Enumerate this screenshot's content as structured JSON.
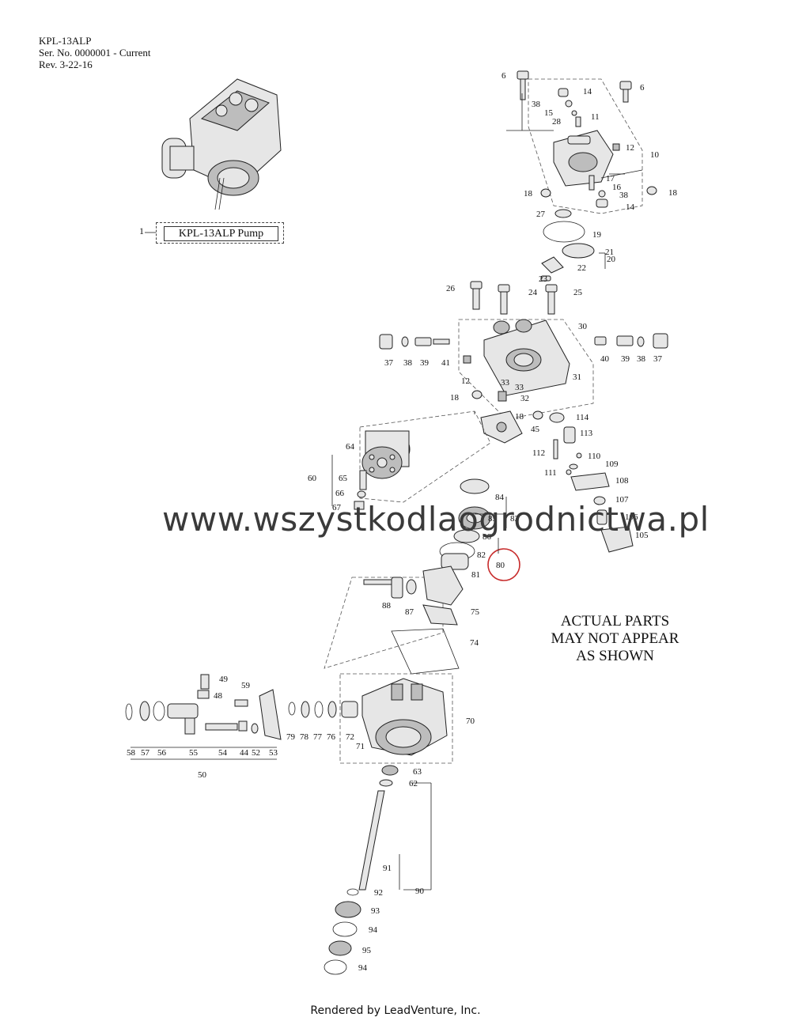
{
  "header": {
    "model": "KPL-13ALP",
    "serial": "Ser. No. 0000001 - Current",
    "revision": "Rev. 3-22-16"
  },
  "assembly_box": {
    "number": "1",
    "label": "KPL-13ALP Pump"
  },
  "note": {
    "line1": "ACTUAL PARTS",
    "line2": "MAY NOT APPEAR",
    "line3": "AS SHOWN"
  },
  "watermark": "www.wszystkodlaogrodnictwa.pl",
  "footer": "Rendered by LeadVenture, Inc.",
  "highlight_callout": "80",
  "callouts": [
    "6",
    "6",
    "14",
    "38",
    "15",
    "28",
    "11",
    "12",
    "10",
    "17",
    "16",
    "18",
    "38",
    "18",
    "14",
    "27",
    "19",
    "21",
    "20",
    "22",
    "23",
    "26",
    "24",
    "25",
    "30",
    "37",
    "38",
    "39",
    "41",
    "40",
    "39",
    "38",
    "37",
    "12",
    "33",
    "33",
    "31",
    "18",
    "32",
    "18",
    "114",
    "45",
    "113",
    "64",
    "112",
    "110",
    "109",
    "60",
    "65",
    "111",
    "108",
    "66",
    "84",
    "107",
    "67",
    "85",
    "83",
    "106",
    "86",
    "105",
    "82",
    "81",
    "88",
    "87",
    "75",
    "74",
    "49",
    "59",
    "48",
    "58",
    "57",
    "56",
    "55",
    "54",
    "44",
    "52",
    "53",
    "50",
    "79",
    "78",
    "77",
    "76",
    "72",
    "70",
    "71",
    "63",
    "62",
    "91",
    "90",
    "92",
    "93",
    "94",
    "95",
    "94"
  ]
}
